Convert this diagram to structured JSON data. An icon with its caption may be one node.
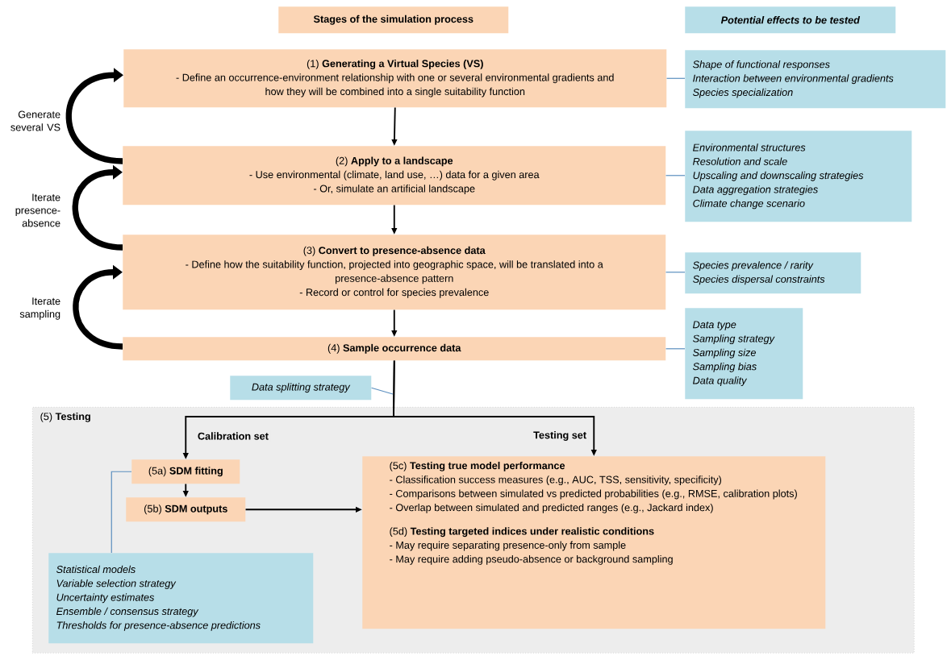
{
  "diagram": {
    "nodes": [
      {
        "text": [
          "Stages of the simulation process"
        ]
      },
      {
        "text": [
          "Potential effects to be tested"
        ]
      },
      {
        "text": [
          "(1) **Generating a Virtual Species (VS)**",
          "- Define an occurrence-environment relationship with one or several environmental gradients and how they will be combined into a single suitability function"
        ]
      },
      {
        "text": [
          "Shape of functional responses",
          "Interaction between environmental gradients",
          "Species specialization"
        ]
      },
      {
        "text": [
          "(2) **Apply to a landscape**",
          "- Use environmental (climate, land use, …) data for a given area",
          "- Or, simulate an artificial landscape"
        ]
      },
      {
        "text": [
          "Environmental structures",
          "Resolution and scale",
          "Upscaling and downscaling strategies",
          "Data aggregation strategies",
          "Climate change scenario"
        ]
      },
      {
        "text": [
          "(3) **Convert to presence-absence data**",
          "- Define how the suitability function, projected into geographic space, will be translated into a presence-absence pattern",
          "- Record or control for species prevalence"
        ]
      },
      {
        "text": [
          "Species prevalence / rarity",
          "Species dispersal constraints"
        ]
      },
      {
        "text": [
          "(4) **Sample occurrence data**"
        ]
      },
      {
        "text": [
          "Data type",
          "Sampling strategy",
          "Sampling size",
          "Sampling bias",
          "Data quality"
        ]
      },
      {
        "text": [
          "Data splitting strategy"
        ]
      },
      {
        "text": [
          "(5) **Testing**"
        ]
      },
      {
        "text": [
          "(5a) **SDM fitting**"
        ],
        "in": 11
      },
      {
        "text": [
          "(5b) **SDM outputs**"
        ],
        "in": 11
      },
      {
        "text": [
          "(5c) **Testing true model performance**",
          "- Classification success measures (e.g., AUC, TSS, sensitivity, specificity)",
          "- Comparisons between simulated vs predicted probabilities (e.g., RMSE, calibration plots)",
          "- Overlap between simulated and predicted ranges (e.g., Jackard index)",
          "(5d) **Testing targeted indices under realistic conditions**",
          "- May require separating presence-only from sample",
          "- May require adding pseudo-absence or background sampling"
        ],
        "in": 11
      },
      {
        "text": [
          "Statistical models",
          "Variable selection strategy",
          "Uncertainty estimates",
          "Ensemble / consensus strategy",
          "Thresholds for presence-absence predictions"
        ],
        "in": 11
      }
    ],
    "edges": [
      {
        "from": 2,
        "to": 4,
        "arrow": "to"
      },
      {
        "from": 4,
        "to": 6,
        "arrow": "to"
      },
      {
        "from": 6,
        "to": 8,
        "arrow": "to"
      },
      {
        "from": 8,
        "to": 12,
        "arrow": "to",
        "label": "Calibration set"
      },
      {
        "from": 8,
        "to": 14,
        "arrow": "to",
        "label": "Testing set"
      },
      {
        "from": 12,
        "to": 13,
        "arrow": "to"
      },
      {
        "from": 13,
        "to": 14,
        "arrow": "to"
      },
      {
        "from": 3,
        "to": 2,
        "arrow": "none",
        "color": "#5b8fbf"
      },
      {
        "from": 5,
        "to": 4,
        "arrow": "none",
        "color": "#5b8fbf"
      },
      {
        "from": 7,
        "to": 6,
        "arrow": "none",
        "color": "#5b8fbf"
      },
      {
        "from": 9,
        "to": 8,
        "arrow": "none",
        "color": "#5b8fbf"
      },
      {
        "from": 10,
        "to": null,
        "arrow": "none",
        "color": "#5b8fbf"
      },
      {
        "from": 15,
        "to": 12,
        "arrow": "none",
        "color": "#5b8fbf"
      },
      {
        "from": 4,
        "to": 2,
        "arrow": "to",
        "style": "thick",
        "label": "Generate several VS"
      },
      {
        "from": 6,
        "to": 4,
        "arrow": "to",
        "style": "thick",
        "label": "Iterate presence-absence"
      },
      {
        "from": 8,
        "to": 6,
        "arrow": "to",
        "style": "thick",
        "label": "Iterate sampling"
      }
    ]
  }
}
